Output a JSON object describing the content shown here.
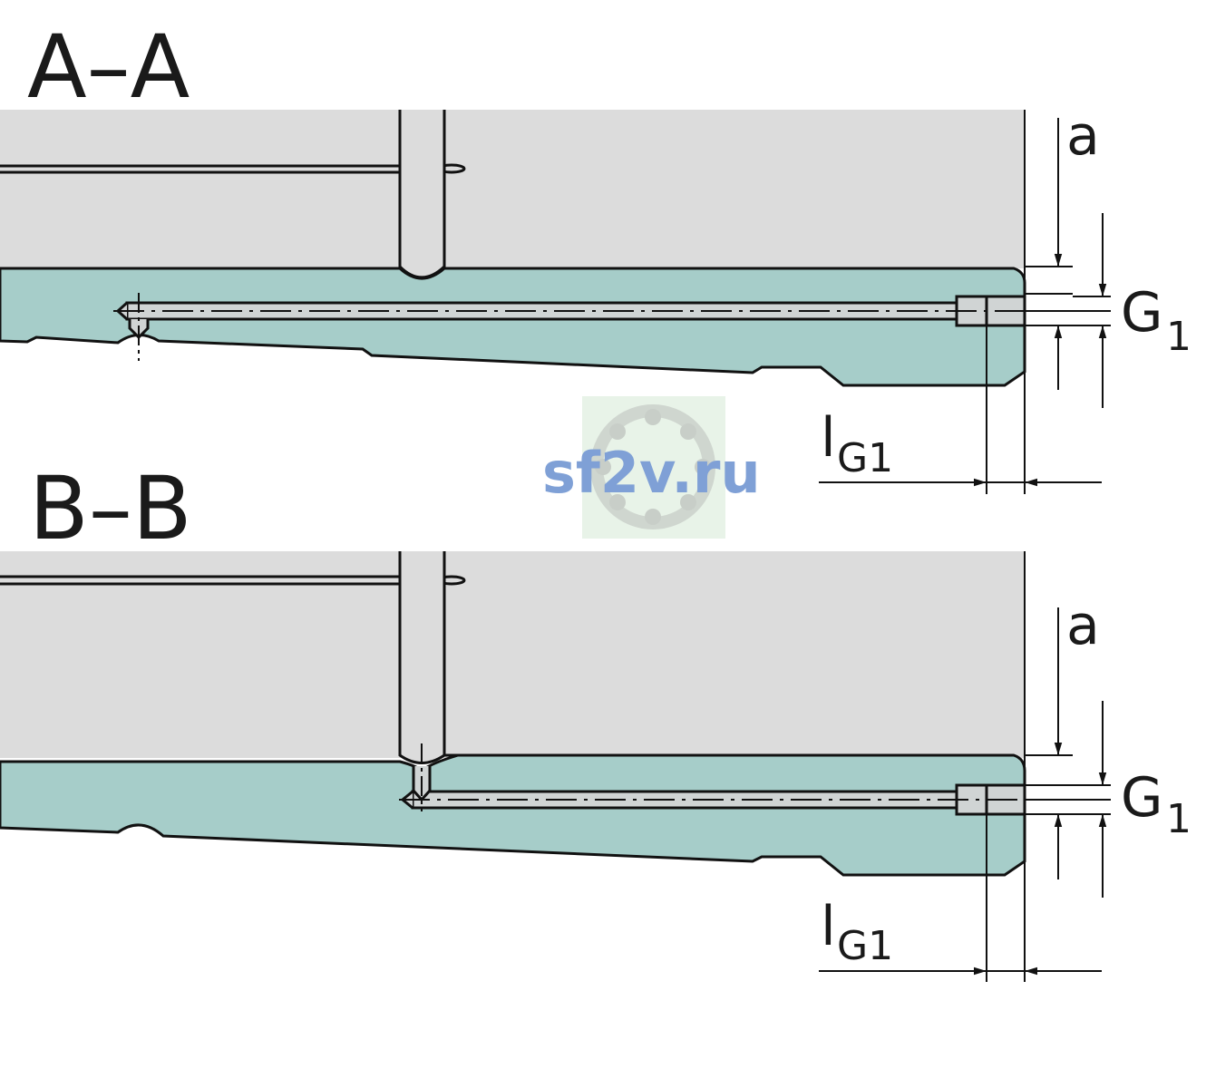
{
  "sections": [
    {
      "title": "A–A",
      "dim_a": "a",
      "dim_g": "G",
      "dim_g_sub": "1",
      "dim_l": "l",
      "dim_l_sub": "G1"
    },
    {
      "title": "B–B",
      "dim_a": "a",
      "dim_g": "G",
      "dim_g_sub": "1",
      "dim_l": "l",
      "dim_l_sub": "G1"
    }
  ],
  "watermark": "sf2v.ru",
  "colors": {
    "housing": "#dcdcdc",
    "rail": "#a6cdc9",
    "line": "#111111",
    "hole": "#d0d4d4"
  }
}
